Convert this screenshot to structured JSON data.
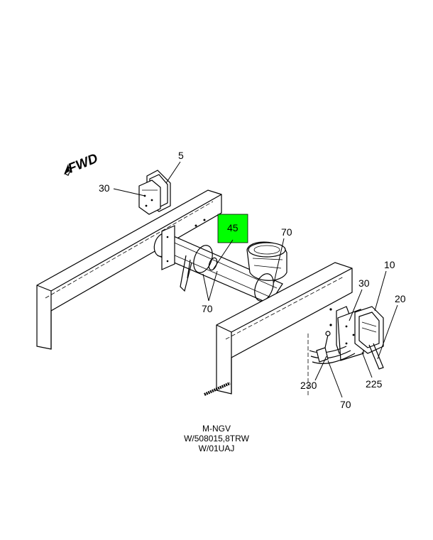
{
  "fwd_label": "FWD",
  "callouts": {
    "c5": "5",
    "c30_left": "30",
    "c45": "45",
    "c70_top": "70",
    "c70_left": "70",
    "c10": "10",
    "c30_right": "30",
    "c20": "20",
    "c230": "230",
    "c225": "225",
    "c70_bottom": "70"
  },
  "highlight_color": "#00ff00",
  "caption": {
    "line1": "M-NGV",
    "line2": "W/508015,8TRW",
    "line3": "W/01UAJ"
  }
}
